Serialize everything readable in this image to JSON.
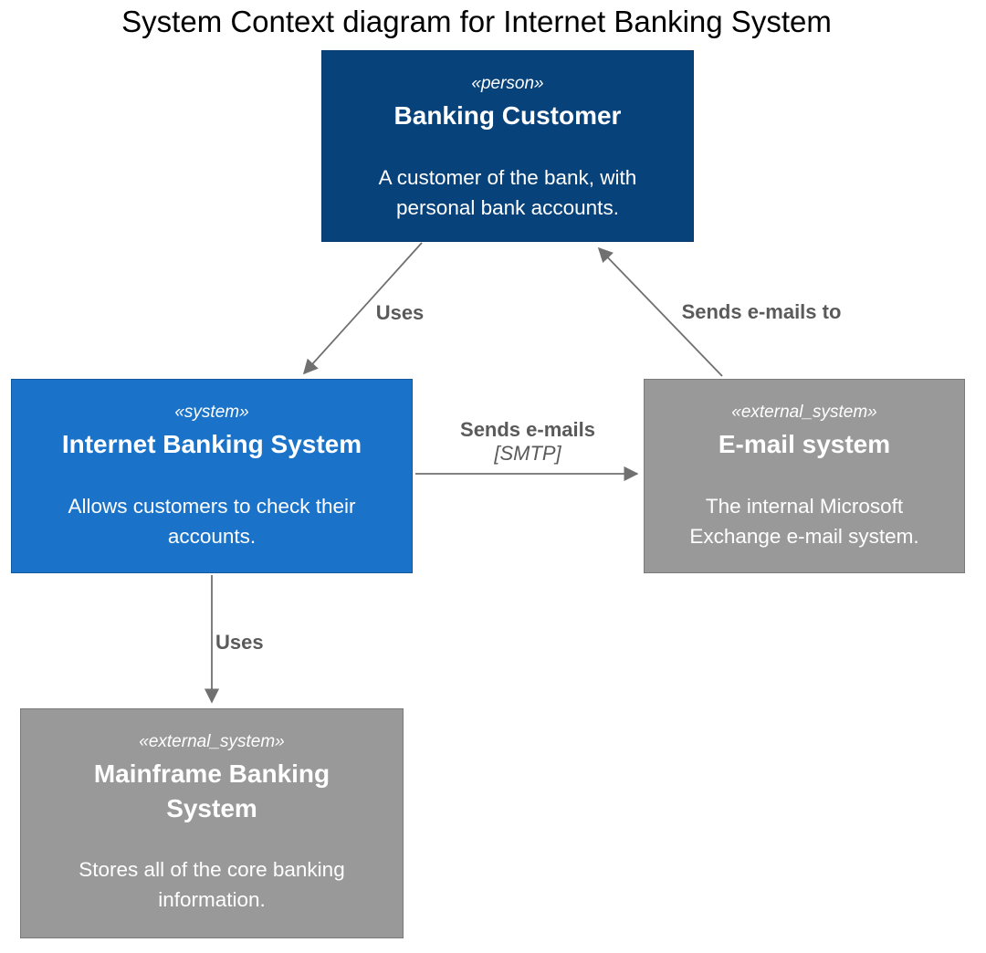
{
  "title": "System Context diagram for Internet Banking System",
  "colors": {
    "title_color": "#000000",
    "person_bg": "#08427B",
    "person_border": "#073a6c",
    "system_bg": "#1a73c9",
    "system_border": "#1259a0",
    "external_bg": "#999999",
    "external_border": "#7a7a7a",
    "arrow_color": "#707070",
    "label_color": "#5a5a5a"
  },
  "nodes": {
    "banking_customer": {
      "stereotype": "«person»",
      "name": "Banking Customer",
      "description": "A customer of the bank, with personal bank accounts."
    },
    "internet_banking_system": {
      "stereotype": "«system»",
      "name": "Internet Banking System",
      "description": "Allows customers to check their accounts."
    },
    "email_system": {
      "stereotype": "«external_system»",
      "name": "E-mail system",
      "description": "The internal Microsoft Exchange e-mail system."
    },
    "mainframe_banking_system": {
      "stereotype": "«external_system»",
      "name": "Mainframe Banking System",
      "description": "Stores all of the core banking information."
    }
  },
  "edges": {
    "customer_uses_ibs": {
      "label": "Uses"
    },
    "email_sends_to_customer": {
      "label": "Sends e-mails to"
    },
    "ibs_sends_emails": {
      "label": "Sends e-mails",
      "protocol": "[SMTP]"
    },
    "ibs_uses_mainframe": {
      "label": "Uses"
    }
  }
}
